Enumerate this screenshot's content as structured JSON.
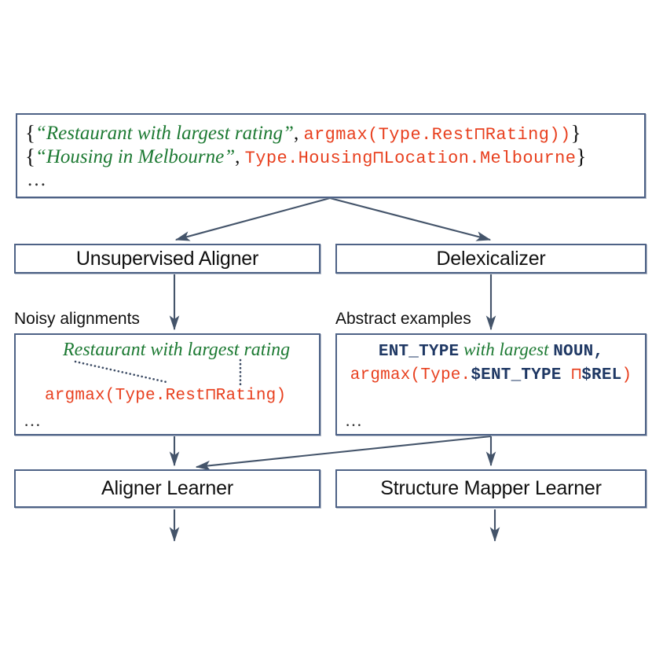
{
  "examples": {
    "lines": [
      {
        "open_brace": "{",
        "nl": "“Restaurant with largest rating”",
        "comma": ", ",
        "lf": "argmax(Type.Rest⊓Rating))",
        "close_brace": "}"
      },
      {
        "open_brace": "{",
        "nl": "“Housing in Melbourne”",
        "comma": ", ",
        "lf": "Type.Housing⊓Location.Melbourne",
        "close_brace": "}"
      }
    ],
    "ellipsis": "…"
  },
  "process": {
    "unsupervised_aligner": "Unsupervised Aligner",
    "delexicalizer": "Delexicalizer",
    "aligner_learner": "Aligner Learner",
    "structure_mapper_learner": "Structure Mapper Learner"
  },
  "captions": {
    "noisy_alignments": "Noisy alignments",
    "abstract_examples": "Abstract examples"
  },
  "noisy_alignments": {
    "nl_phrase": "Restaurant with largest rating",
    "lf_phrase": "argmax(Type.Rest⊓Rating)",
    "ellipsis": "…"
  },
  "abstract_examples": {
    "line1": {
      "slot1": "ENT_TYPE",
      "nl_mid": "with largest",
      "slot2": "NOUN",
      "trailing": ","
    },
    "line2": {
      "prefix": "argmax(Type.",
      "slot1": "$ENT_TYPE",
      "mid": " ⊓",
      "slot2": "$REL",
      "suffix": ")"
    },
    "ellipsis": "…"
  },
  "colors": {
    "natural_language": "#1d7a33",
    "logical_form": "#e8401f",
    "slot": "#1f3864",
    "box_border": "#4e6286",
    "arrow": "#44546a"
  }
}
